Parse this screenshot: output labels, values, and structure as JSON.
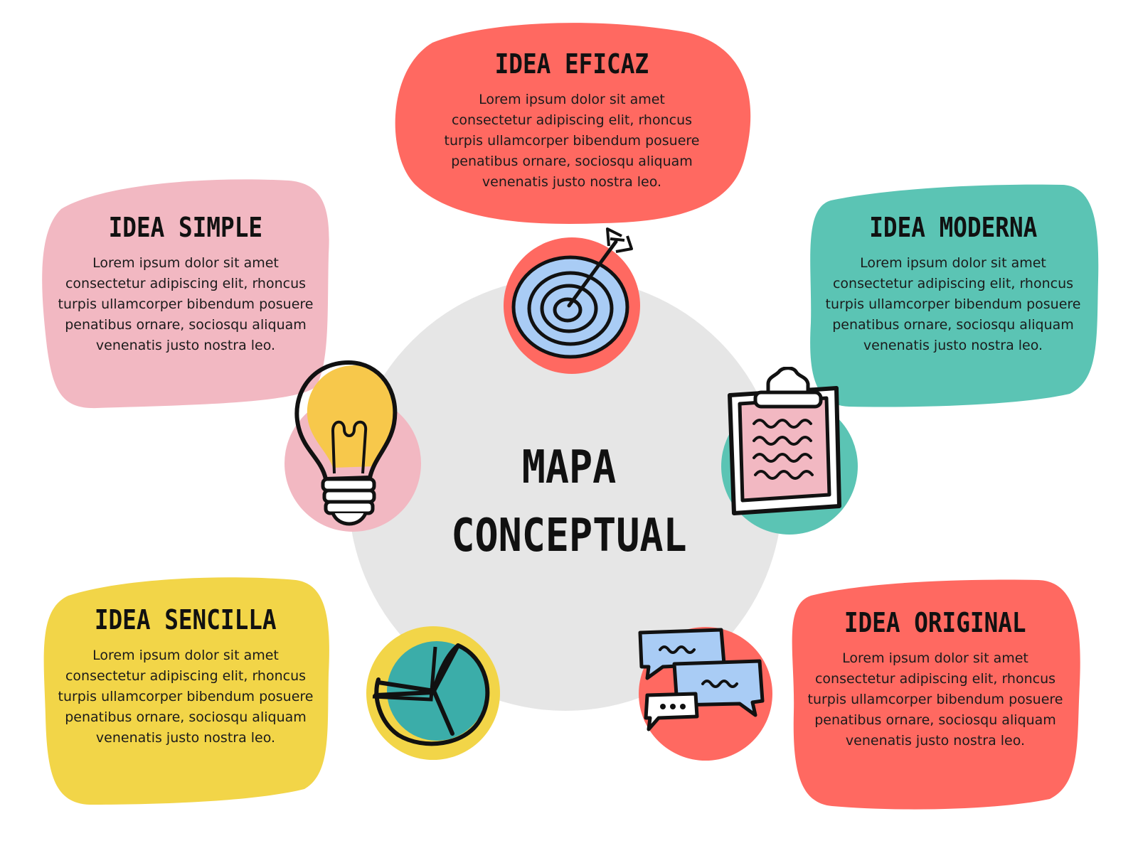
{
  "center": {
    "line1": "MAPA",
    "line2": "CONCEPTUAL"
  },
  "body_text": "Lorem ipsum dolor sit amet consectetur adipiscing elit, rhoncus turpis ullamcorper bibendum posuere penatibus ornare, sociosqu aliquam venenatis justo nostra leo.",
  "nodes": {
    "eficaz": {
      "title": "IDEA EFICAZ",
      "body": "Lorem ipsum dolor sit amet consectetur adipiscing elit, rhoncus turpis ullamcorper bibendum posuere penatibus ornare, sociosqu aliquam venenatis justo nostra leo.",
      "color": "#FF6961",
      "icon": "target-icon"
    },
    "simple": {
      "title": "IDEA SIMPLE",
      "body": "Lorem ipsum dolor sit amet consectetur adipiscing elit, rhoncus turpis ullamcorper bibendum posuere penatibus ornare, sociosqu aliquam venenatis justo nostra leo.",
      "color": "#F2B8C2",
      "icon": "lightbulb-icon"
    },
    "moderna": {
      "title": "IDEA MODERNA",
      "body": "Lorem ipsum dolor sit amet consectetur adipiscing elit, rhoncus turpis ullamcorper bibendum posuere penatibus ornare, sociosqu aliquam venenatis justo nostra leo.",
      "color": "#5BC4B4",
      "icon": "clipboard-icon"
    },
    "sencilla": {
      "title": "IDEA SENCILLA",
      "body": "Lorem ipsum dolor sit amet consectetur adipiscing elit, rhoncus turpis ullamcorper bibendum posuere penatibus ornare, sociosqu aliquam venenatis justo nostra leo.",
      "color": "#F2D548",
      "icon": "pie-chart-icon"
    },
    "original": {
      "title": "IDEA ORIGINAL",
      "body": "Lorem ipsum dolor sit amet consectetur adipiscing elit, rhoncus turpis ullamcorper bibendum posuere penatibus ornare, sociosqu aliquam venenatis justo nostra leo.",
      "color": "#FF6961",
      "icon": "chat-bubbles-icon"
    }
  },
  "colors": {
    "center_circle": "#E6E6E6",
    "ink": "#111111",
    "light_blue": "#A9CCF5"
  }
}
